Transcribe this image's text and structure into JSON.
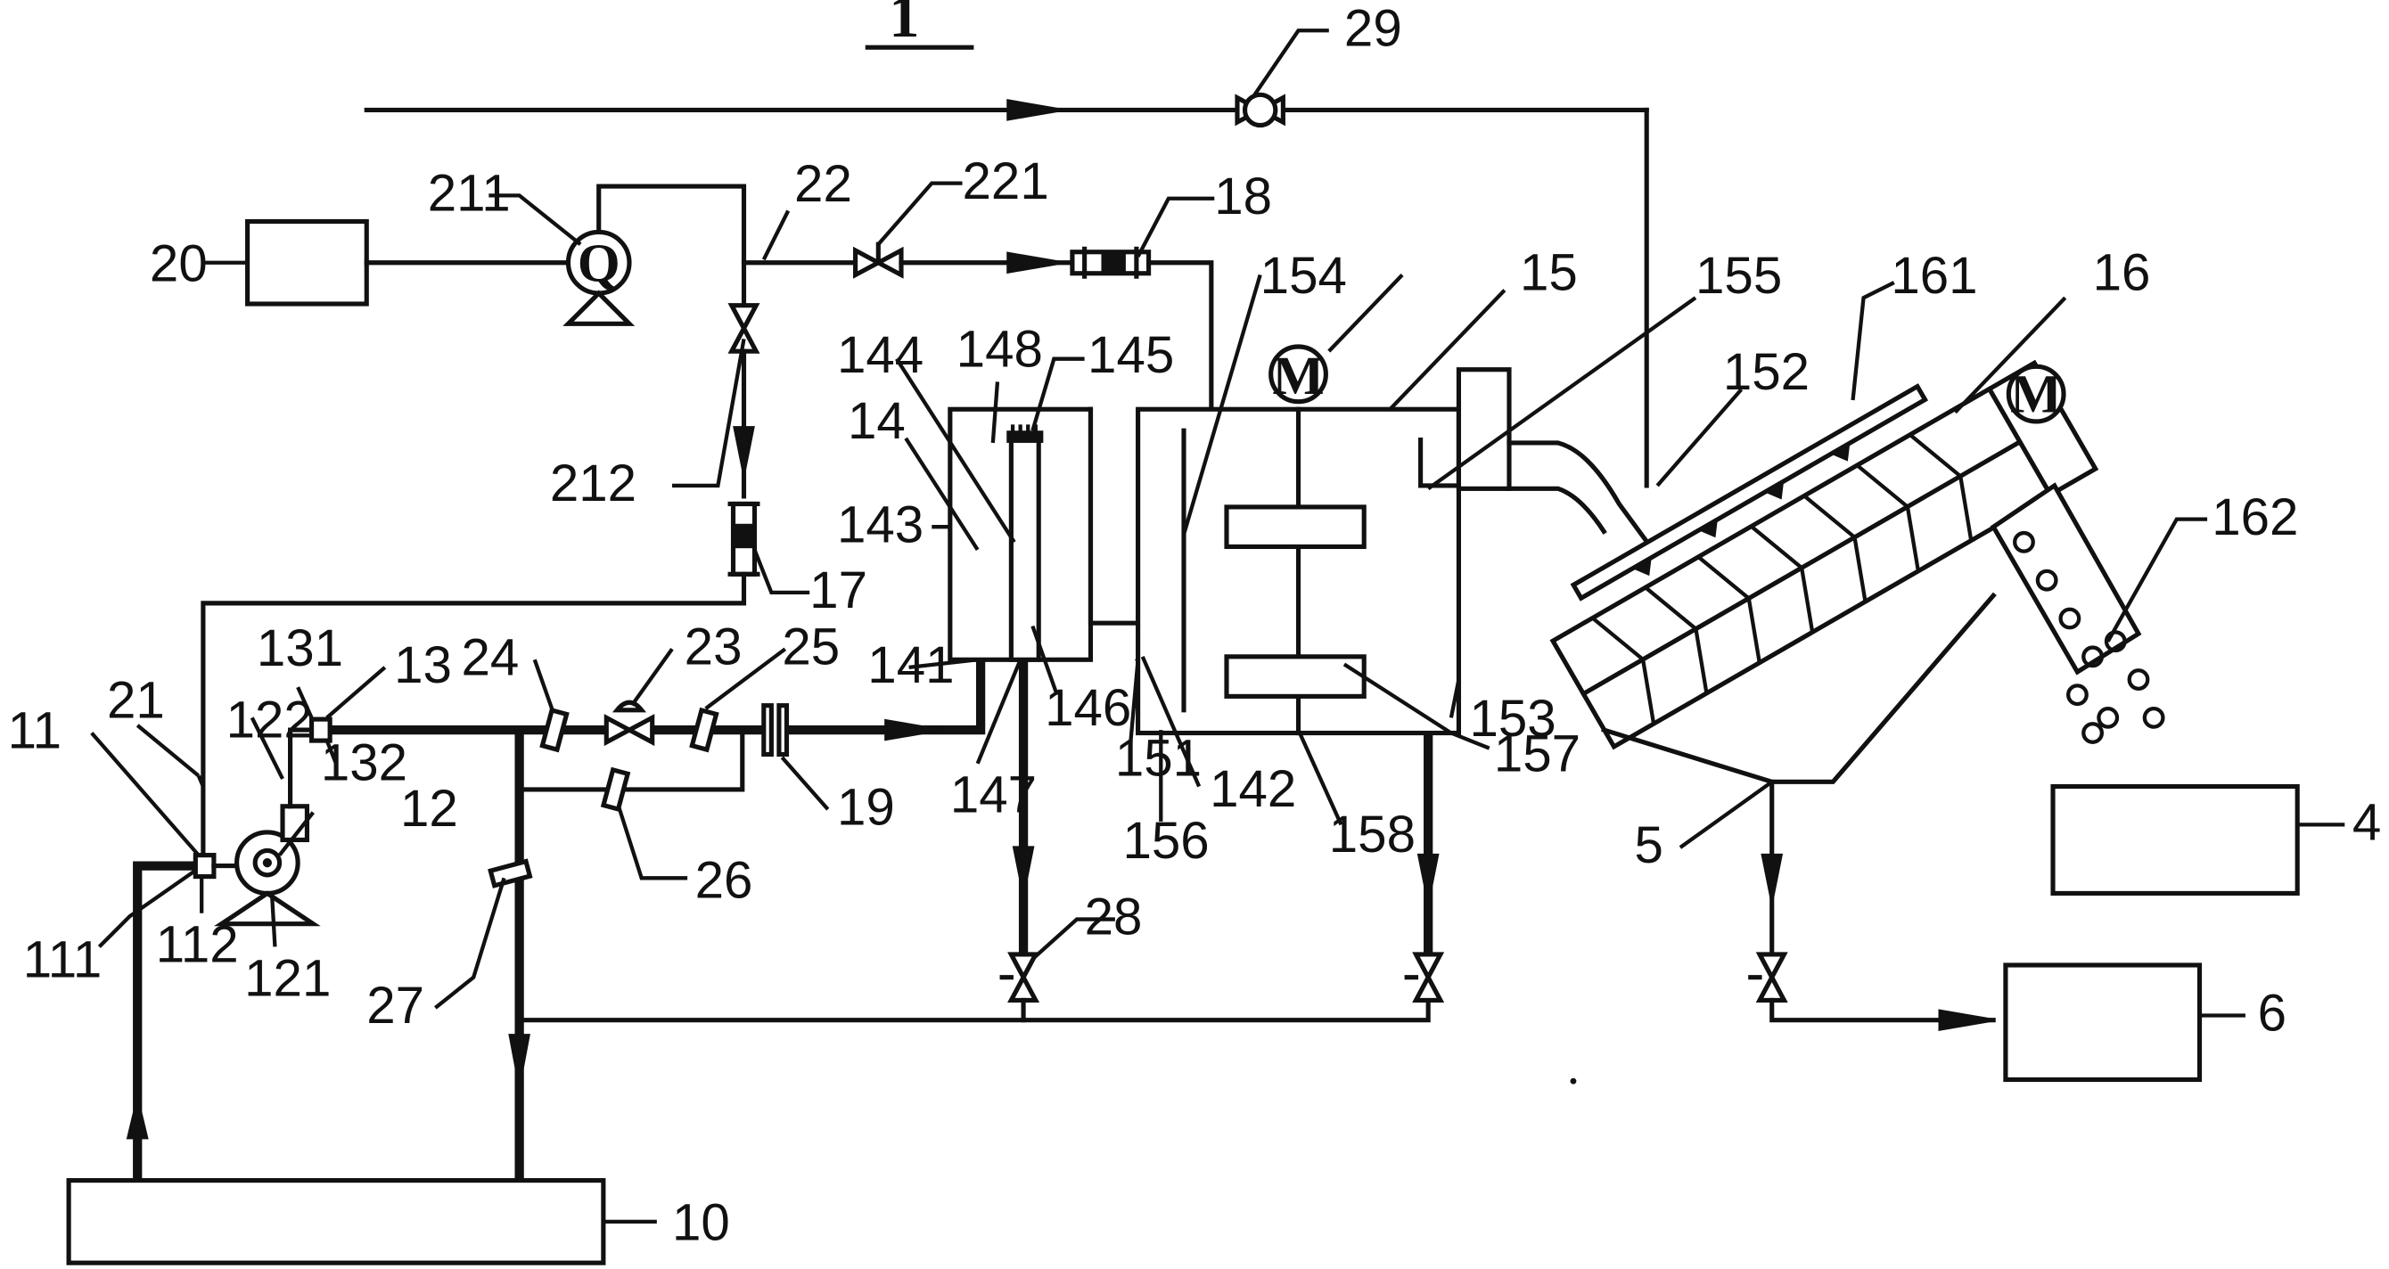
{
  "figure": {
    "title": "1",
    "motor_symbol": "M",
    "pump_symbol": "Q"
  },
  "labels": {
    "l4": "4",
    "l5": "5",
    "l6": "6",
    "l10": "10",
    "l11": "11",
    "l111": "111",
    "l112": "112",
    "l12": "12",
    "l121": "121",
    "l122": "122",
    "l13": "13",
    "l131": "131",
    "l132": "132",
    "l14": "14",
    "l141": "141",
    "l142": "142",
    "l143": "143",
    "l144": "144",
    "l145": "145",
    "l146": "146",
    "l147": "147",
    "l148": "148",
    "l15": "15",
    "l151": "151",
    "l152": "152",
    "l153": "153",
    "l154": "154",
    "l155": "155",
    "l156": "156",
    "l157": "157",
    "l158": "158",
    "l16": "16",
    "l161": "161",
    "l162": "162",
    "l17": "17",
    "l18": "18",
    "l19": "19",
    "l20": "20",
    "l21": "21",
    "l211": "211",
    "l212": "212",
    "l22": "22",
    "l221": "221",
    "l23": "23",
    "l24": "24",
    "l25": "25",
    "l26": "26",
    "l27": "27",
    "l28": "28",
    "l29": "29"
  },
  "icons": {
    "valve": "valve-icon",
    "pump": "pump-icon",
    "motor": "motor-icon",
    "flowmeter": "flowmeter-icon",
    "arrow": "flow-arrow-icon"
  }
}
